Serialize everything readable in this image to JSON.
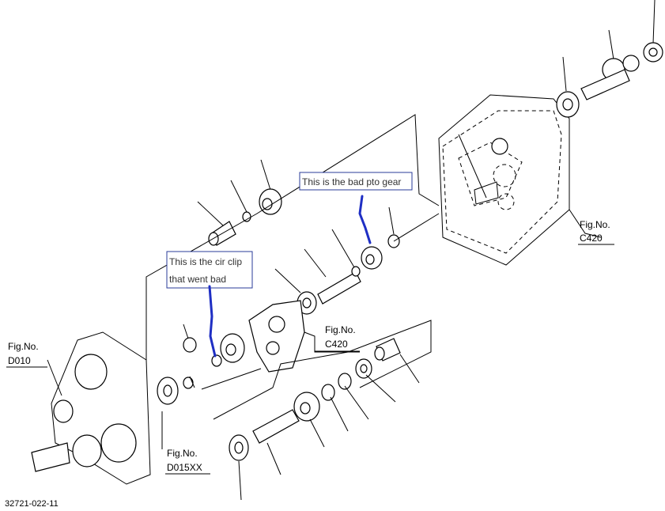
{
  "annotations": {
    "pto_gear_note": "This is the bad pto gear",
    "circlip_note_line1": "This is the cir clip",
    "circlip_note_line2": "that went bad"
  },
  "references": {
    "fig_label": "Fig.No.",
    "c420_upper": "C420",
    "c420_middle": "C420",
    "d010": "D010",
    "d015xx": "D015XX"
  },
  "footer": {
    "part_code": "32721-022-11"
  },
  "colors": {
    "annotation_line": "#1f2fc4",
    "drawing": "#000000"
  }
}
